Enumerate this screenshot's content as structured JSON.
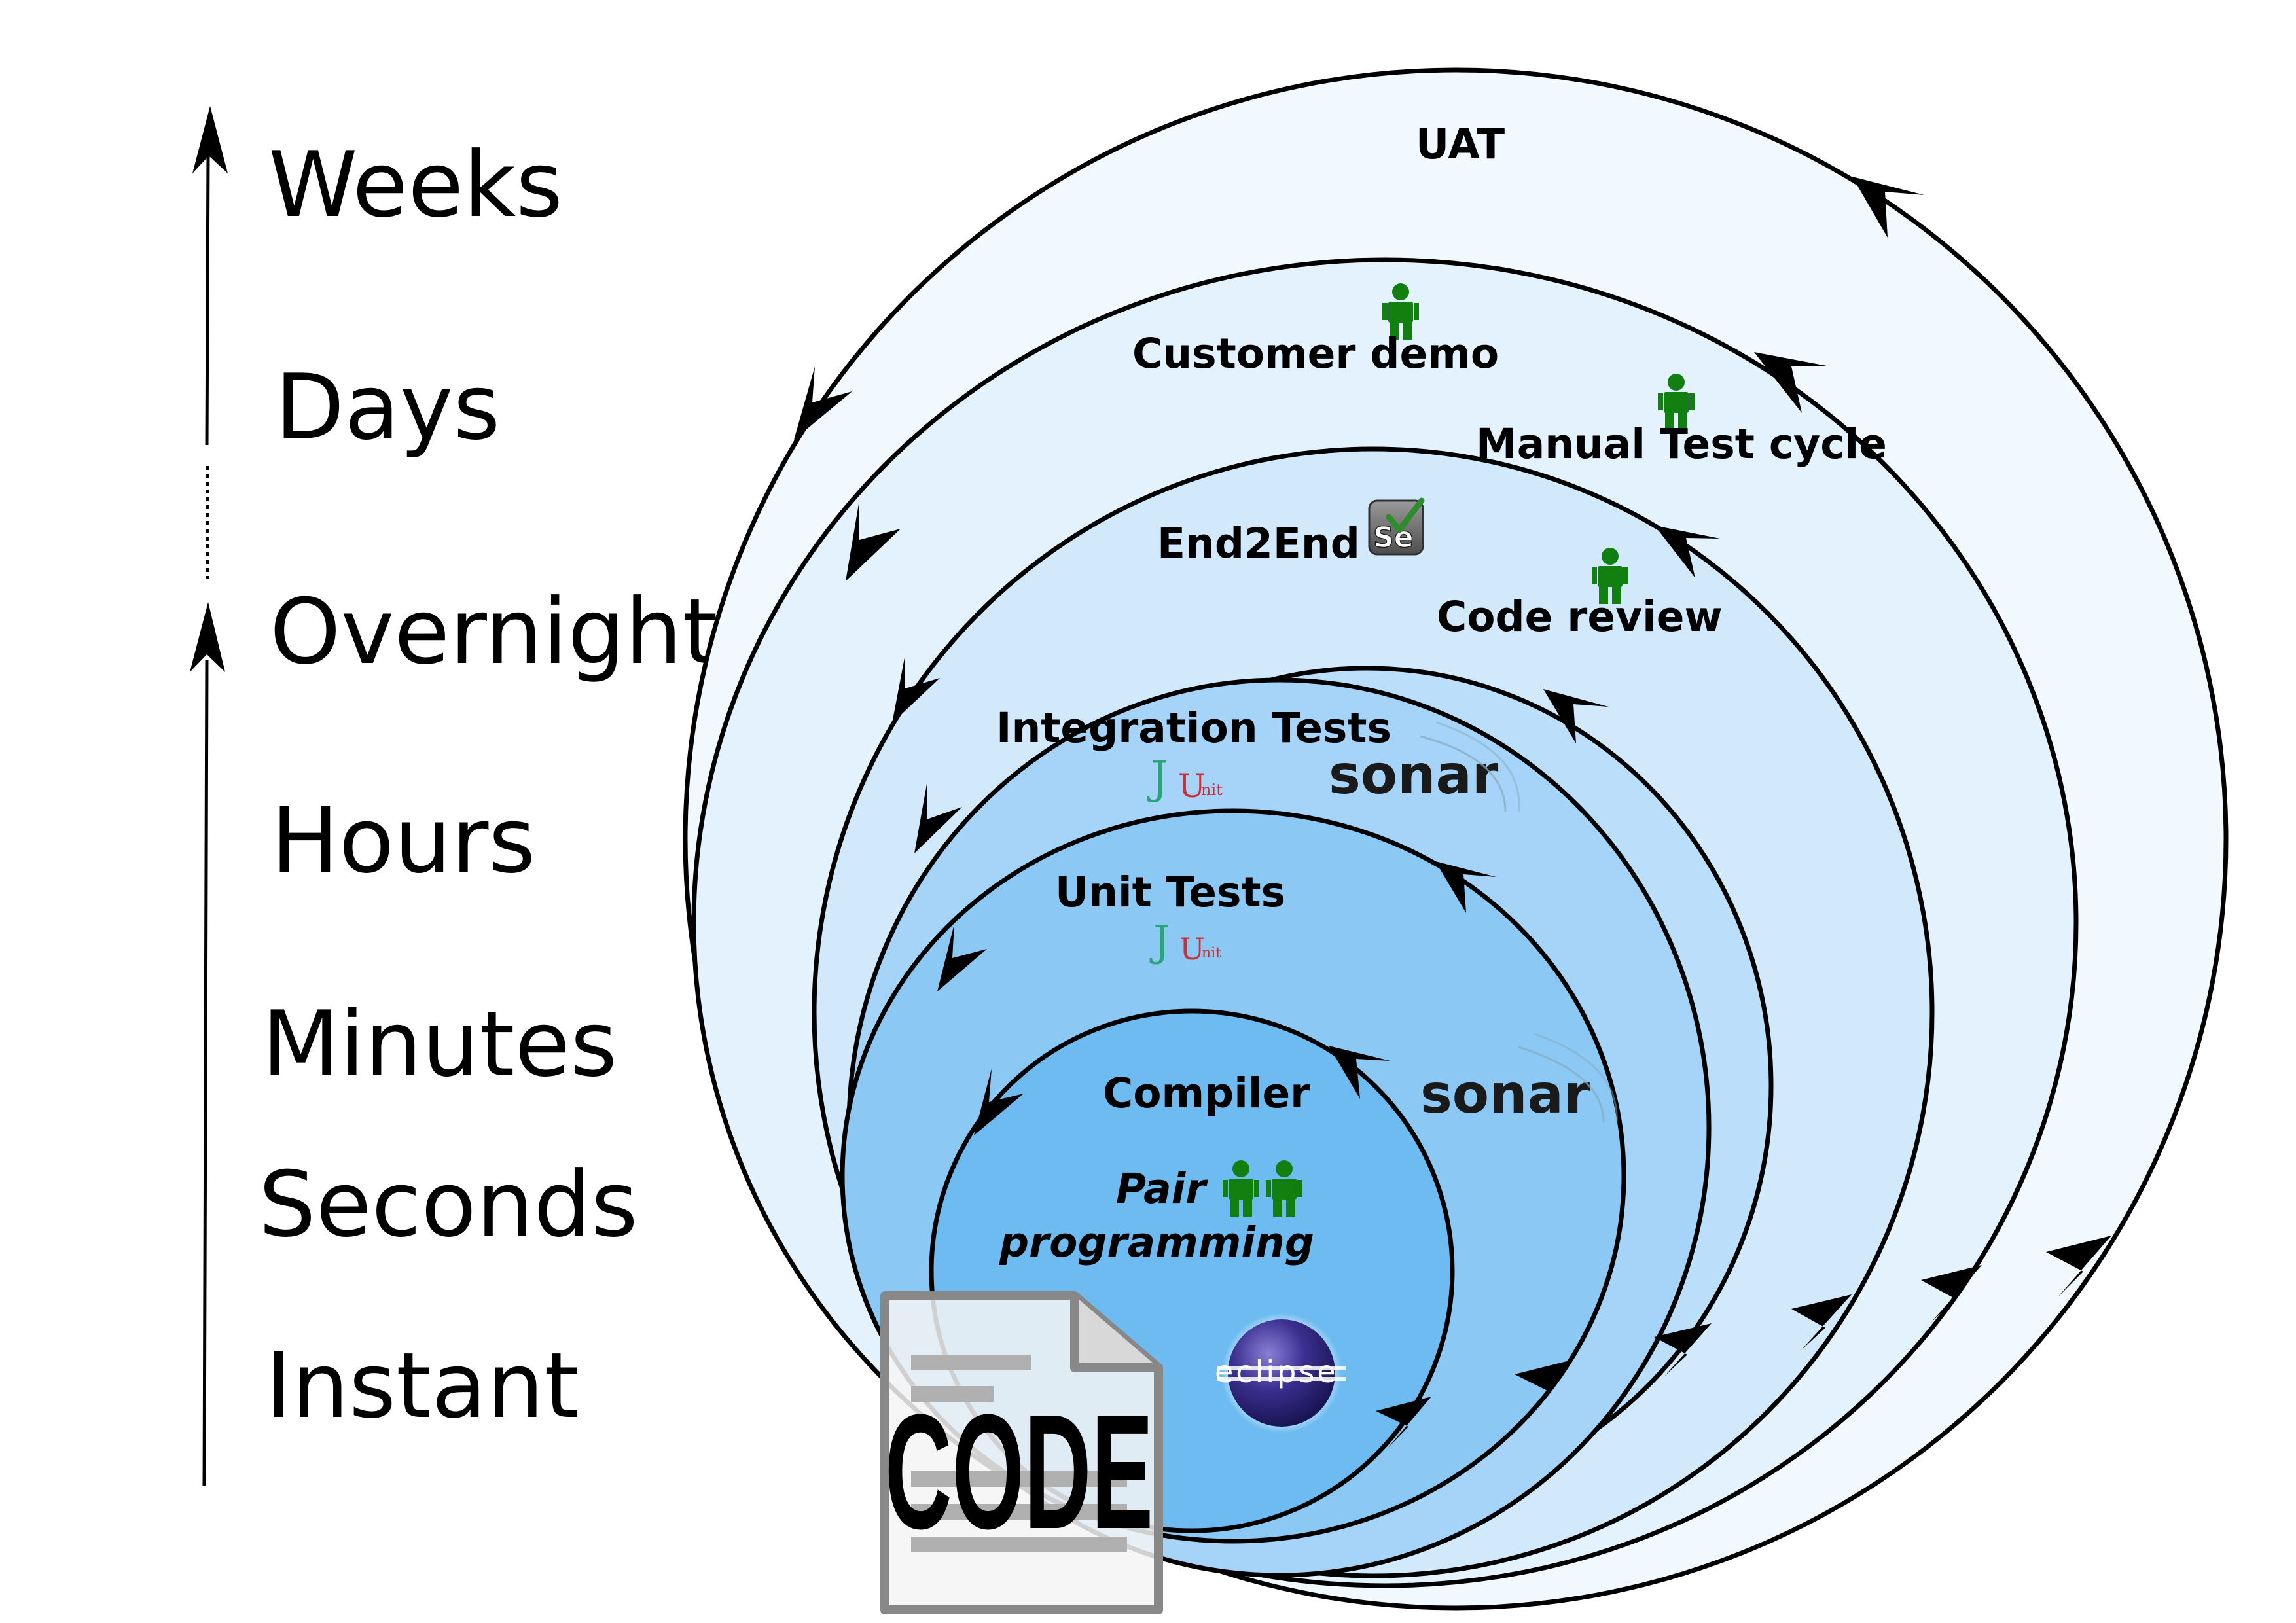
{
  "timeline": {
    "weeks": "Weeks",
    "days": "Days",
    "overnight": "Overnight",
    "hours": "Hours",
    "minutes": "Minutes",
    "seconds": "Seconds",
    "instant": "Instant"
  },
  "loops": {
    "uat": "UAT",
    "customer_demo": "Customer demo",
    "manual_test_cycle": "Manual Test cycle",
    "end2end": "End2End",
    "code_review": "Code review",
    "integration_tests": "Integration Tests",
    "unit_tests": "Unit Tests",
    "compiler": "Compiler",
    "pair": "Pair",
    "programming": "programming"
  },
  "logos": {
    "sonar_upper": "sonar",
    "sonar_lower": "sonar",
    "junit_upper": "JUnit",
    "junit_lower": "JUnit",
    "selenium": "Se",
    "eclipse": "eclipse",
    "code": "CODE"
  },
  "colors": {
    "ring_1": "#f1f8fe",
    "ring_2": "#e3f2fd",
    "ring_3": "#d2e9fb",
    "ring_4": "#bbdefb",
    "ring_5": "#a5d4f8",
    "ring_6": "#8bc8f4",
    "ring_7": "#6dbbf1",
    "person": "#118011"
  }
}
